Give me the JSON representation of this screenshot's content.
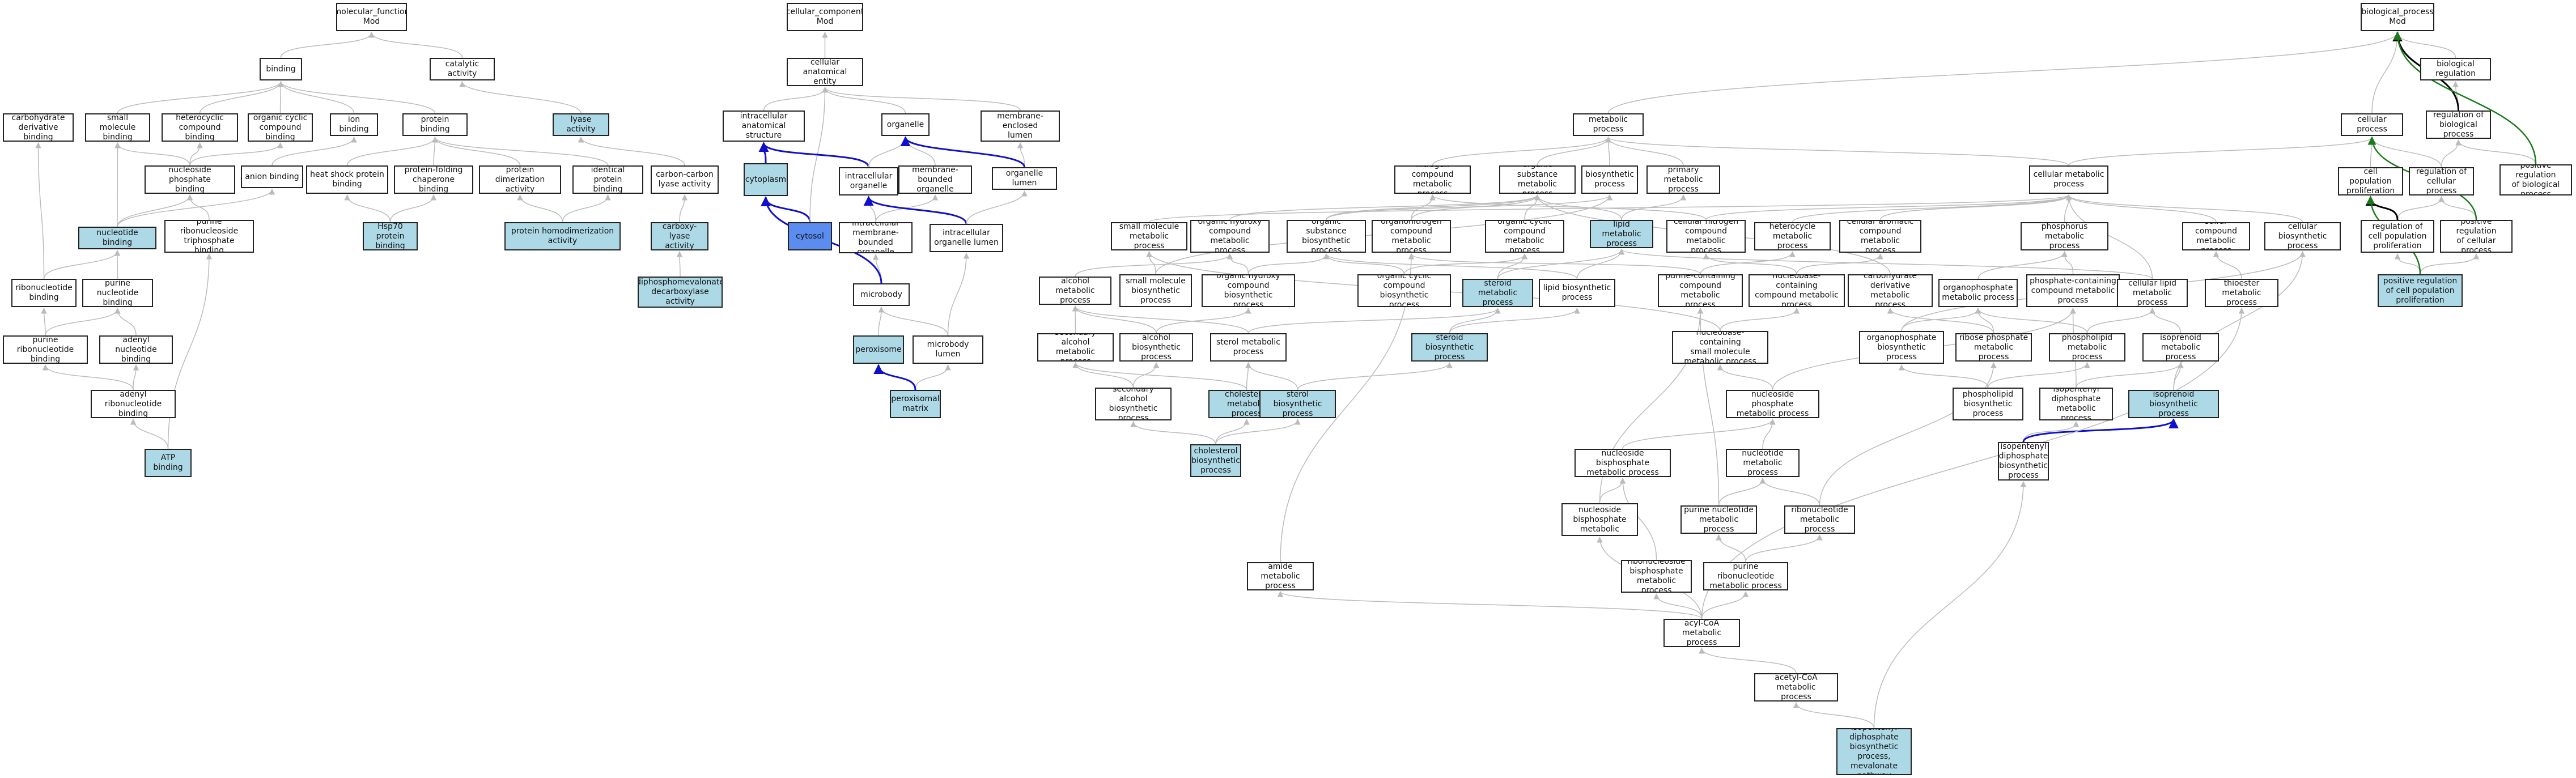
{
  "colors": {
    "highlight": "#add8e6",
    "dark": "#5b8cf0",
    "edge": "#bbbbbb",
    "edge_blue": "#1010cc",
    "edge_black": "#000000",
    "edge_green": "#1a7a1a"
  },
  "nodes": [
    {
      "id": "mf",
      "label": "molecular_function\nMod"
    },
    {
      "id": "cc",
      "label": "cellular_component\nMod"
    },
    {
      "id": "bp",
      "label": "biological_process\nMod"
    },
    {
      "id": "binding",
      "label": "binding"
    },
    {
      "id": "catalytic",
      "label": "catalytic activity"
    },
    {
      "id": "cae",
      "label": "cellular anatomical\nentity"
    },
    {
      "id": "carb_deriv_bind",
      "label": "carbohydrate\nderivative binding"
    },
    {
      "id": "sm_bind",
      "label": "small molecule\nbinding"
    },
    {
      "id": "hetero_bind",
      "label": "heterocyclic\ncompound binding"
    },
    {
      "id": "org_cyc_bind",
      "label": "organic cyclic\ncompound binding"
    },
    {
      "id": "ion_bind",
      "label": "ion binding"
    },
    {
      "id": "protein_bind",
      "label": "protein binding"
    },
    {
      "id": "lyase",
      "label": "lyase activity",
      "hl": true
    },
    {
      "id": "ias",
      "label": "intracellular\nanatomical structure"
    },
    {
      "id": "organelle",
      "label": "organelle"
    },
    {
      "id": "mel",
      "label": "membrane-enclosed\nlumen"
    },
    {
      "id": "nuc_phos_bind",
      "label": "nucleoside phosphate\nbinding"
    },
    {
      "id": "anion_bind",
      "label": "anion binding"
    },
    {
      "id": "hsp_bind",
      "label": "heat shock protein\nbinding"
    },
    {
      "id": "pf_chap_bind",
      "label": "protein-folding\nchaperone binding"
    },
    {
      "id": "prot_dimer",
      "label": "protein dimerization\nactivity"
    },
    {
      "id": "ident_prot",
      "label": "identical protein\nbinding"
    },
    {
      "id": "cc_lyase",
      "label": "carbon-carbon\nlyase activity"
    },
    {
      "id": "cytoplasm",
      "label": "cytoplasm",
      "hl": true
    },
    {
      "id": "intra_org",
      "label": "intracellular\norganelle"
    },
    {
      "id": "mb_org",
      "label": "membrane-bounded\norganelle"
    },
    {
      "id": "org_lumen",
      "label": "organelle lumen"
    },
    {
      "id": "nuc_bind",
      "label": "nucleotide binding",
      "hl": true
    },
    {
      "id": "pr_ntp_bind",
      "label": "purine ribonucleoside\ntriphosphate\nbinding"
    },
    {
      "id": "hsp70",
      "label": "Hsp70 protein\nbinding",
      "hl": true
    },
    {
      "id": "prot_homodimer",
      "label": "protein homodimerization\nactivity",
      "hl": true
    },
    {
      "id": "carboxy_lyase",
      "label": "carboxy-lyase\nactivity",
      "hl": true
    },
    {
      "id": "cytosol",
      "label": "cytosol",
      "dk": true
    },
    {
      "id": "imbo",
      "label": "intracellular\nmembrane-bounded\norganelle"
    },
    {
      "id": "iol",
      "label": "intracellular\norganelle lumen"
    },
    {
      "id": "ribonuc_bind",
      "label": "ribonucleotide\nbinding"
    },
    {
      "id": "pur_nuc_bind",
      "label": "purine nucleotide\nbinding"
    },
    {
      "id": "dmpd",
      "label": "diphosphomevalonate\ndecarboxylase\nactivity",
      "hl": true
    },
    {
      "id": "microbody",
      "label": "microbody"
    },
    {
      "id": "pur_ribonuc_bind",
      "label": "purine ribonucleotide\nbinding"
    },
    {
      "id": "adenyl_nuc_bind",
      "label": "adenyl nucleotide\nbinding"
    },
    {
      "id": "peroxisome",
      "label": "peroxisome",
      "hl": true
    },
    {
      "id": "mb_lumen",
      "label": "microbody lumen"
    },
    {
      "id": "adenyl_ribonuc_bind",
      "label": "adenyl ribonucleotide\nbinding"
    },
    {
      "id": "perox_matrix",
      "label": "peroxisomal\nmatrix",
      "hl": true
    },
    {
      "id": "atp_bind",
      "label": "ATP binding",
      "hl": true
    },
    {
      "id": "biol_reg",
      "label": "biological regulation"
    },
    {
      "id": "metab",
      "label": "metabolic process"
    },
    {
      "id": "cell_proc",
      "label": "cellular process"
    },
    {
      "id": "reg_bp",
      "label": "regulation of\nbiological process"
    },
    {
      "id": "pos_reg_bp",
      "label": "positive regulation\nof biological\nprocess"
    },
    {
      "id": "n_comp_mp",
      "label": "nitrogen compound\nmetabolic process"
    },
    {
      "id": "org_sub_mp",
      "label": "organic substance\nmetabolic process"
    },
    {
      "id": "biosyn",
      "label": "biosynthetic\nprocess"
    },
    {
      "id": "prim_mp",
      "label": "primary metabolic\nprocess"
    },
    {
      "id": "cell_mp",
      "label": "cellular metabolic\nprocess"
    },
    {
      "id": "cell_pop_prolif",
      "label": "cell population\nproliferation"
    },
    {
      "id": "reg_cell_proc",
      "label": "regulation of\ncellular process"
    },
    {
      "id": "sm_mp",
      "label": "small molecule\nmetabolic process"
    },
    {
      "id": "oh_comp_mp",
      "label": "organic hydroxy\ncompound metabolic\nprocess"
    },
    {
      "id": "osb",
      "label": "organic substance\nbiosynthetic\nprocess"
    },
    {
      "id": "organoN_mp",
      "label": "organonitrogen\ncompound metabolic\nprocess"
    },
    {
      "id": "org_cyc_mp",
      "label": "organic cyclic\ncompound metabolic\nprocess"
    },
    {
      "id": "lipid_mp",
      "label": "lipid metabolic\nprocess",
      "hl": true
    },
    {
      "id": "cell_n_mp",
      "label": "cellular nitrogen\ncompound metabolic\nprocess"
    },
    {
      "id": "hetero_mp",
      "label": "heterocycle\nmetabolic process"
    },
    {
      "id": "cell_arom_mp",
      "label": "cellular aromatic\ncompound metabolic\nprocess"
    },
    {
      "id": "phos_mp",
      "label": "phosphorus metabolic\nprocess"
    },
    {
      "id": "sulfur_mp",
      "label": "sulfur compound\nmetabolic process"
    },
    {
      "id": "cell_biosyn",
      "label": "cellular biosynthetic\nprocess"
    },
    {
      "id": "reg_cpp",
      "label": "regulation of\ncell population\nproliferation"
    },
    {
      "id": "pos_reg_cp",
      "label": "positive regulation\nof cellular\nprocess"
    },
    {
      "id": "alc_mp",
      "label": "alcohol metabolic\nprocess"
    },
    {
      "id": "sm_biosyn",
      "label": "small molecule\nbiosynthetic\nprocess"
    },
    {
      "id": "oh_biosyn",
      "label": "organic hydroxy\ncompound biosynthetic\nprocess"
    },
    {
      "id": "org_cyc_biosyn",
      "label": "organic cyclic\ncompound biosynthetic\nprocess"
    },
    {
      "id": "steroid_mp",
      "label": "steroid metabolic\nprocess",
      "hl": true
    },
    {
      "id": "lipid_biosyn",
      "label": "lipid biosynthetic\nprocess"
    },
    {
      "id": "purine_cont_mp",
      "label": "purine-containing\ncompound metabolic\nprocess"
    },
    {
      "id": "nucbase_cont_mp",
      "label": "nucleobase-containing\ncompound metabolic\nprocess"
    },
    {
      "id": "carb_deriv_mp",
      "label": "carbohydrate\nderivative metabolic\nprocess"
    },
    {
      "id": "organophos_mp",
      "label": "organophosphate\nmetabolic process"
    },
    {
      "id": "phos_cont_mp",
      "label": "phosphate-containing\ncompound metabolic\nprocess"
    },
    {
      "id": "cell_lipid_mp",
      "label": "cellular lipid\nmetabolic process"
    },
    {
      "id": "thioester_mp",
      "label": "thioester metabolic\nprocess"
    },
    {
      "id": "pos_reg_cpp",
      "label": "positive regulation\nof cell population\nproliferation",
      "hl": true
    },
    {
      "id": "sec_alc_mp",
      "label": "secondary alcohol\nmetabolic process"
    },
    {
      "id": "alc_biosyn",
      "label": "alcohol biosynthetic\nprocess"
    },
    {
      "id": "sterol_mp",
      "label": "sterol metabolic\nprocess"
    },
    {
      "id": "steroid_biosyn",
      "label": "steroid biosynthetic\nprocess",
      "hl": true
    },
    {
      "id": "nbc_sm_mp",
      "label": "nucleobase-containing\nsmall molecule\nmetabolic process"
    },
    {
      "id": "organophos_biosyn",
      "label": "organophosphate\nbiosynthetic\nprocess"
    },
    {
      "id": "ribose_phos_mp",
      "label": "ribose phosphate\nmetabolic process"
    },
    {
      "id": "phospholipid_mp",
      "label": "phospholipid\nmetabolic process"
    },
    {
      "id": "isoprenoid_mp",
      "label": "isoprenoid metabolic\nprocess"
    },
    {
      "id": "sec_alc_biosyn",
      "label": "secondary alcohol\nbiosynthetic\nprocess"
    },
    {
      "id": "chol_mp",
      "label": "cholesterol\nmetabolic process",
      "hl": true
    },
    {
      "id": "sterol_biosyn",
      "label": "sterol biosynthetic\nprocess",
      "hl": true
    },
    {
      "id": "nuc_phos_mp",
      "label": "nucleoside phosphate\nmetabolic process"
    },
    {
      "id": "phospholipid_biosyn",
      "label": "phospholipid\nbiosynthetic\nprocess"
    },
    {
      "id": "ipp_mp",
      "label": "isopentenyl\ndiphosphate\nmetabolic process"
    },
    {
      "id": "isoprenoid_biosyn",
      "label": "isoprenoid biosynthetic\nprocess",
      "hl": true
    },
    {
      "id": "chol_biosyn",
      "label": "cholesterol\nbiosynthetic\nprocess",
      "hl": true
    },
    {
      "id": "ipp_biosyn",
      "label": "isopentenyl\ndiphosphate\nbiosynthetic\nprocess"
    },
    {
      "id": "nbp_mp",
      "label": "nucleoside bisphosphate\nmetabolic process"
    },
    {
      "id": "nucleotide_mp",
      "label": "nucleotide metabolic\nprocess"
    },
    {
      "id": "pnbp_mp",
      "label": "purine nucleoside\nbisphosphate\nmetabolic process"
    },
    {
      "id": "purine_nuc_mp",
      "label": "purine nucleotide\nmetabolic process"
    },
    {
      "id": "ribonuc_mp",
      "label": "ribonucleotide\nmetabolic process"
    },
    {
      "id": "amide_mp",
      "label": "amide metabolic\nprocess"
    },
    {
      "id": "rnbp_mp",
      "label": "ribonucleoside\nbisphosphate\nmetabolic process"
    },
    {
      "id": "pr_nuc_mp",
      "label": "purine ribonucleotide\nmetabolic process"
    },
    {
      "id": "acyl_coa_mp",
      "label": "acyl-CoA metabolic\nprocess"
    },
    {
      "id": "acetyl_coa_mp",
      "label": "acetyl-CoA metabolic\nprocess"
    },
    {
      "id": "ipp_mev",
      "label": "isopentenyl\ndiphosphate\nbiosynthetic\nprocess, mevalonate\npathway",
      "hl": true
    }
  ],
  "edges": [
    [
      "binding",
      "mf"
    ],
    [
      "catalytic",
      "mf"
    ],
    [
      "sm_bind",
      "binding"
    ],
    [
      "hetero_bind",
      "binding"
    ],
    [
      "org_cyc_bind",
      "binding"
    ],
    [
      "ion_bind",
      "binding"
    ],
    [
      "protein_bind",
      "binding"
    ],
    [
      "lyase",
      "catalytic"
    ],
    [
      "cc_lyase",
      "lyase"
    ],
    [
      "carboxy_lyase",
      "cc_lyase"
    ],
    [
      "dmpd",
      "carboxy_lyase"
    ],
    [
      "nuc_phos_bind",
      "sm_bind"
    ],
    [
      "nuc_phos_bind",
      "hetero_bind"
    ],
    [
      "nuc_phos_bind",
      "org_cyc_bind"
    ],
    [
      "anion_bind",
      "ion_bind"
    ],
    [
      "hsp_bind",
      "protein_bind"
    ],
    [
      "pf_chap_bind",
      "protein_bind"
    ],
    [
      "prot_dimer",
      "protein_bind"
    ],
    [
      "ident_prot",
      "protein_bind"
    ],
    [
      "hsp70",
      "hsp_bind"
    ],
    [
      "hsp70",
      "pf_chap_bind"
    ],
    [
      "prot_homodimer",
      "prot_dimer"
    ],
    [
      "prot_homodimer",
      "ident_prot"
    ],
    [
      "nuc_bind",
      "sm_bind"
    ],
    [
      "nuc_bind",
      "nuc_phos_bind"
    ],
    [
      "nuc_bind",
      "anion_bind"
    ],
    [
      "ribonuc_bind",
      "carb_deriv_bind"
    ],
    [
      "ribonuc_bind",
      "nuc_bind"
    ],
    [
      "pur_nuc_bind",
      "nuc_bind"
    ],
    [
      "pur_ribonuc_bind",
      "ribonuc_bind"
    ],
    [
      "pur_ribonuc_bind",
      "pur_nuc_bind"
    ],
    [
      "adenyl_nuc_bind",
      "pur_nuc_bind"
    ],
    [
      "adenyl_ribonuc_bind",
      "pur_ribonuc_bind"
    ],
    [
      "adenyl_ribonuc_bind",
      "adenyl_nuc_bind"
    ],
    [
      "atp_bind",
      "adenyl_ribonuc_bind"
    ],
    [
      "atp_bind",
      "pr_ntp_bind"
    ],
    [
      "pr_ntp_bind",
      "nuc_phos_bind"
    ],
    [
      "cae",
      "cc"
    ],
    [
      "ias",
      "cae"
    ],
    [
      "organelle",
      "cae"
    ],
    [
      "mel",
      "cae"
    ],
    [
      "cytoplasm",
      "ias",
      "b"
    ],
    [
      "cytosol",
      "cytoplasm",
      "b"
    ],
    [
      "cytosol",
      "cae"
    ],
    [
      "intra_org",
      "ias",
      "b"
    ],
    [
      "intra_org",
      "organelle"
    ],
    [
      "mb_org",
      "organelle"
    ],
    [
      "org_lumen",
      "mel"
    ],
    [
      "org_lumen",
      "organelle",
      "b"
    ],
    [
      "imbo",
      "intra_org"
    ],
    [
      "imbo",
      "mb_org"
    ],
    [
      "iol",
      "intra_org",
      "b"
    ],
    [
      "iol",
      "org_lumen"
    ],
    [
      "microbody",
      "imbo"
    ],
    [
      "microbody",
      "cytoplasm",
      "b"
    ],
    [
      "peroxisome",
      "microbody"
    ],
    [
      "mb_lumen",
      "iol"
    ],
    [
      "mb_lumen",
      "microbody"
    ],
    [
      "perox_matrix",
      "mb_lumen"
    ],
    [
      "perox_matrix",
      "peroxisome",
      "b"
    ],
    [
      "biol_reg",
      "bp"
    ],
    [
      "metab",
      "bp"
    ],
    [
      "cell_proc",
      "bp"
    ],
    [
      "reg_bp",
      "biol_reg"
    ],
    [
      "reg_bp",
      "bp",
      "k"
    ],
    [
      "pos_reg_bp",
      "reg_bp"
    ],
    [
      "pos_reg_bp",
      "bp",
      "g"
    ],
    [
      "n_comp_mp",
      "metab"
    ],
    [
      "org_sub_mp",
      "metab"
    ],
    [
      "biosyn",
      "metab"
    ],
    [
      "prim_mp",
      "metab"
    ],
    [
      "cell_mp",
      "metab"
    ],
    [
      "cell_mp",
      "cell_proc"
    ],
    [
      "cell_pop_prolif",
      "cell_proc"
    ],
    [
      "reg_cell_proc",
      "reg_bp"
    ],
    [
      "reg_cell_proc",
      "cell_proc"
    ],
    [
      "sm_mp",
      "cell_mp"
    ],
    [
      "oh_comp_mp",
      "org_sub_mp"
    ],
    [
      "osb",
      "org_sub_mp"
    ],
    [
      "osb",
      "biosyn"
    ],
    [
      "organoN_mp",
      "n_comp_mp"
    ],
    [
      "organoN_mp",
      "org_sub_mp"
    ],
    [
      "org_cyc_mp",
      "org_sub_mp"
    ],
    [
      "lipid_mp",
      "org_sub_mp"
    ],
    [
      "lipid_mp",
      "prim_mp"
    ],
    [
      "cell_n_mp",
      "n_comp_mp"
    ],
    [
      "cell_n_mp",
      "cell_mp"
    ],
    [
      "hetero_mp",
      "cell_mp"
    ],
    [
      "cell_arom_mp",
      "cell_mp"
    ],
    [
      "phos_mp",
      "cell_mp"
    ],
    [
      "sulfur_mp",
      "cell_mp"
    ],
    [
      "cell_biosyn",
      "cell_mp"
    ],
    [
      "reg_cpp",
      "reg_cell_proc"
    ],
    [
      "reg_cpp",
      "cell_pop_prolif",
      "k"
    ],
    [
      "pos_reg_cp",
      "reg_cell_proc"
    ],
    [
      "pos_reg_cp",
      "cell_proc",
      "g"
    ],
    [
      "alc_mp",
      "oh_comp_mp"
    ],
    [
      "sm_biosyn",
      "sm_mp"
    ],
    [
      "sm_biosyn",
      "biosyn"
    ],
    [
      "oh_biosyn",
      "oh_comp_mp"
    ],
    [
      "oh_biosyn",
      "osb"
    ],
    [
      "org_cyc_biosyn",
      "org_cyc_mp"
    ],
    [
      "org_cyc_biosyn",
      "osb"
    ],
    [
      "steroid_mp",
      "lipid_mp"
    ],
    [
      "steroid_mp",
      "org_cyc_mp"
    ],
    [
      "lipid_biosyn",
      "lipid_mp"
    ],
    [
      "lipid_biosyn",
      "osb"
    ],
    [
      "purine_cont_mp",
      "hetero_mp"
    ],
    [
      "purine_cont_mp",
      "organoN_mp"
    ],
    [
      "nucbase_cont_mp",
      "cell_n_mp"
    ],
    [
      "nucbase_cont_mp",
      "cell_arom_mp"
    ],
    [
      "carb_deriv_mp",
      "org_sub_mp"
    ],
    [
      "organophos_mp",
      "phos_mp"
    ],
    [
      "phos_cont_mp",
      "phos_mp"
    ],
    [
      "cell_lipid_mp",
      "cell_mp"
    ],
    [
      "cell_lipid_mp",
      "lipid_mp"
    ],
    [
      "thioester_mp",
      "sulfur_mp"
    ],
    [
      "pos_reg_cpp",
      "reg_cpp"
    ],
    [
      "pos_reg_cpp",
      "pos_reg_cp"
    ],
    [
      "pos_reg_cpp",
      "cell_pop_prolif",
      "g"
    ],
    [
      "sec_alc_mp",
      "alc_mp"
    ],
    [
      "alc_biosyn",
      "alc_mp"
    ],
    [
      "alc_biosyn",
      "oh_biosyn"
    ],
    [
      "sterol_mp",
      "steroid_mp"
    ],
    [
      "sterol_mp",
      "alc_mp"
    ],
    [
      "steroid_biosyn",
      "steroid_mp"
    ],
    [
      "steroid_biosyn",
      "lipid_biosyn"
    ],
    [
      "nbc_sm_mp",
      "nucbase_cont_mp"
    ],
    [
      "nbc_sm_mp",
      "sm_mp"
    ],
    [
      "organophos_biosyn",
      "organophos_mp"
    ],
    [
      "organophos_biosyn",
      "cell_biosyn"
    ],
    [
      "ribose_phos_mp",
      "carb_deriv_mp"
    ],
    [
      "ribose_phos_mp",
      "organophos_mp"
    ],
    [
      "phospholipid_mp",
      "organophos_mp"
    ],
    [
      "phospholipid_mp",
      "cell_lipid_mp"
    ],
    [
      "isoprenoid_mp",
      "cell_lipid_mp"
    ],
    [
      "sec_alc_biosyn",
      "sec_alc_mp"
    ],
    [
      "sec_alc_biosyn",
      "alc_biosyn"
    ],
    [
      "chol_mp",
      "sterol_mp"
    ],
    [
      "chol_mp",
      "sec_alc_mp"
    ],
    [
      "sterol_biosyn",
      "sterol_mp"
    ],
    [
      "sterol_biosyn",
      "steroid_biosyn"
    ],
    [
      "nuc_phos_mp",
      "nbc_sm_mp"
    ],
    [
      "nuc_phos_mp",
      "phos_cont_mp"
    ],
    [
      "phospholipid_biosyn",
      "phospholipid_mp"
    ],
    [
      "phospholipid_biosyn",
      "organophos_biosyn"
    ],
    [
      "ipp_mp",
      "phos_cont_mp"
    ],
    [
      "ipp_mp",
      "isoprenoid_mp"
    ],
    [
      "isoprenoid_biosyn",
      "isoprenoid_mp"
    ],
    [
      "isoprenoid_biosyn",
      "cell_biosyn"
    ],
    [
      "chol_biosyn",
      "chol_mp"
    ],
    [
      "chol_biosyn",
      "sterol_biosyn"
    ],
    [
      "chol_biosyn",
      "sec_alc_biosyn"
    ],
    [
      "ipp_biosyn",
      "ipp_mp"
    ],
    [
      "ipp_biosyn",
      "isoprenoid_biosyn",
      "b"
    ],
    [
      "nbp_mp",
      "nuc_phos_mp"
    ],
    [
      "nucleotide_mp",
      "nuc_phos_mp"
    ],
    [
      "pnbp_mp",
      "nbp_mp"
    ],
    [
      "pnbp_mp",
      "purine_cont_mp"
    ],
    [
      "purine_nuc_mp",
      "nucleotide_mp"
    ],
    [
      "purine_nuc_mp",
      "purine_cont_mp"
    ],
    [
      "ribonuc_mp",
      "nucleotide_mp"
    ],
    [
      "ribonuc_mp",
      "ribose_phos_mp"
    ],
    [
      "amide_mp",
      "organoN_mp"
    ],
    [
      "rnbp_mp",
      "nbp_mp"
    ],
    [
      "pr_nuc_mp",
      "purine_nuc_mp"
    ],
    [
      "pr_nuc_mp",
      "ribonuc_mp"
    ],
    [
      "acyl_coa_mp",
      "amide_mp"
    ],
    [
      "acyl_coa_mp",
      "thioester_mp"
    ],
    [
      "acyl_coa_mp",
      "pnbp_mp"
    ],
    [
      "acyl_coa_mp",
      "rnbp_mp"
    ],
    [
      "acyl_coa_mp",
      "pr_nuc_mp"
    ],
    [
      "acetyl_coa_mp",
      "acyl_coa_mp"
    ],
    [
      "ipp_mev",
      "acetyl_coa_mp"
    ],
    [
      "ipp_mev",
      "ipp_biosyn"
    ]
  ]
}
